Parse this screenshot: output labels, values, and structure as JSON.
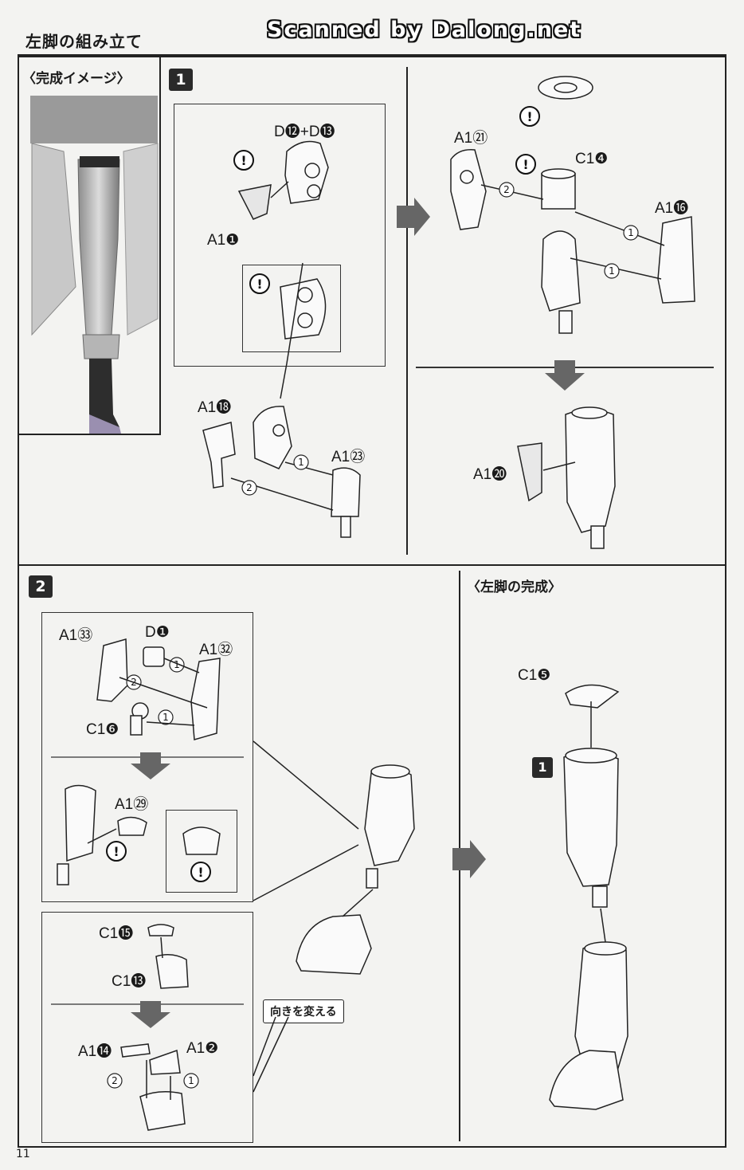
{
  "header": {
    "title": "左脚の組み立て",
    "watermark": "Scanned by Dalong.net"
  },
  "preview": {
    "title": "〈完成イメージ〉"
  },
  "step1": {
    "number": "1",
    "parts": {
      "d12_13": "D⓬+D⓭",
      "a1_1": "A1❶",
      "a1_18": "A1⓲",
      "a1_23": "A1㉓",
      "a1_21": "A1㉑",
      "c1_4": "C1❹",
      "a1_16": "A1⓰",
      "a1_20": "A1⓴"
    },
    "order_1": "1",
    "order_2": "2"
  },
  "step2": {
    "number": "2",
    "parts": {
      "a1_33": "A1㉝",
      "d1": "D❶",
      "a1_32": "A1㉜",
      "c1_6": "C1❻",
      "a1_29": "A1㉙",
      "c1_15": "C1⓯",
      "c1_13": "C1⓭",
      "a1_14": "A1⓮",
      "a1_2": "A1❷"
    },
    "change_direction": "向きを変える"
  },
  "complete": {
    "title": "〈左脚の完成〉",
    "c1_5": "C1❺",
    "badge": "1"
  },
  "footer": {
    "page": "11"
  }
}
